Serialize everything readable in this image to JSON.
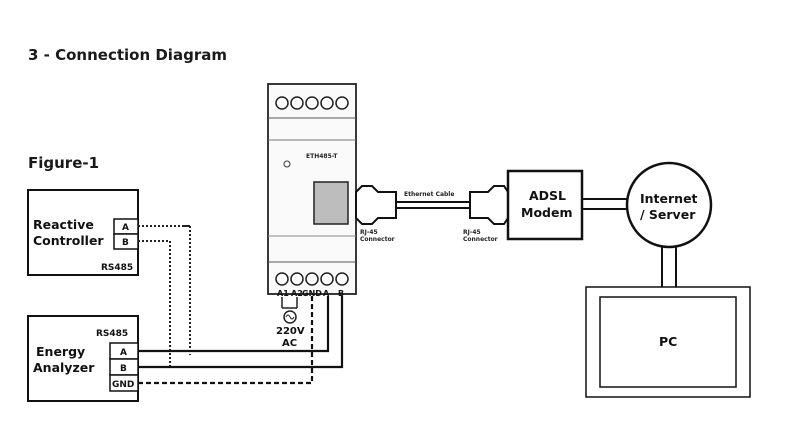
{
  "title": "3 - Connection Diagram",
  "figure_label": "Figure-1",
  "reactive_controller": {
    "name_line1": "Reactive",
    "name_line2": "Controller",
    "terminal_a": "A",
    "terminal_b": "B",
    "bus": "RS485"
  },
  "energy_analyzer": {
    "name_line1": "Energy",
    "name_line2": "Analyzer",
    "bus": "RS485",
    "terminal_a": "A",
    "terminal_b": "B",
    "terminal_gnd": "GND"
  },
  "gateway": {
    "model": "ETH485-T",
    "bottom_terminals": [
      "A1",
      "A2",
      "GND",
      "A",
      "B"
    ],
    "power_label": "220V",
    "power_type": "AC"
  },
  "connector_left": {
    "line1": "RJ-45",
    "line2": "Connector"
  },
  "connector_right": {
    "line1": "RJ-45",
    "line2": "Connector"
  },
  "ethernet_cable": "Ethernet Cable",
  "modem": {
    "line1": "ADSL",
    "line2": "Modem"
  },
  "internet": {
    "line1": "Internet",
    "line2": "/ Server"
  },
  "pc": {
    "label": "PC"
  }
}
